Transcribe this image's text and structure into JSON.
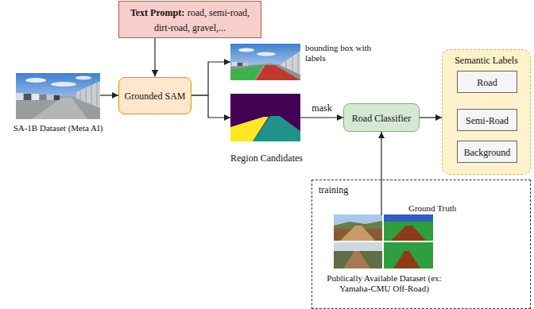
{
  "diagram": {
    "nodes": [
      {
        "text": [
          "Text Prompt:",
          "road, semi-road, dirt-road, gravel,..."
        ]
      },
      {
        "text": [
          "SA-1B Dataset (Meta AI)"
        ]
      },
      {
        "text": [
          "Grounded SAM"
        ]
      },
      {
        "text": [
          "bounding box with labels"
        ]
      },
      {
        "text": [
          "Region Candidates"
        ]
      },
      {
        "text": [
          "Road Classifier"
        ]
      },
      {
        "text": [
          "Semantic Labels"
        ]
      },
      {
        "text": [
          "Road"
        ],
        "in": 6
      },
      {
        "text": [
          "Semi-Road"
        ],
        "in": 6
      },
      {
        "text": [
          "Background"
        ],
        "in": 6
      },
      {
        "text": [
          "training"
        ]
      },
      {
        "text": [
          "Ground Truth",
          "Publically Available Dataset (ex: Yamaha-CMU Off-Road)"
        ],
        "in": 10
      }
    ],
    "edges": [
      {
        "from": 0,
        "to": 2,
        "arrow": "to"
      },
      {
        "from": 1,
        "to": 2,
        "arrow": "to"
      },
      {
        "from": 2,
        "to": 3,
        "arrow": "to"
      },
      {
        "from": 2,
        "to": 4,
        "arrow": "to"
      },
      {
        "from": 4,
        "to": 5,
        "label": "mask",
        "arrow": "to"
      },
      {
        "from": 5,
        "to": 6,
        "arrow": "to"
      },
      {
        "from": 11,
        "to": 5,
        "arrow": "to"
      }
    ]
  }
}
